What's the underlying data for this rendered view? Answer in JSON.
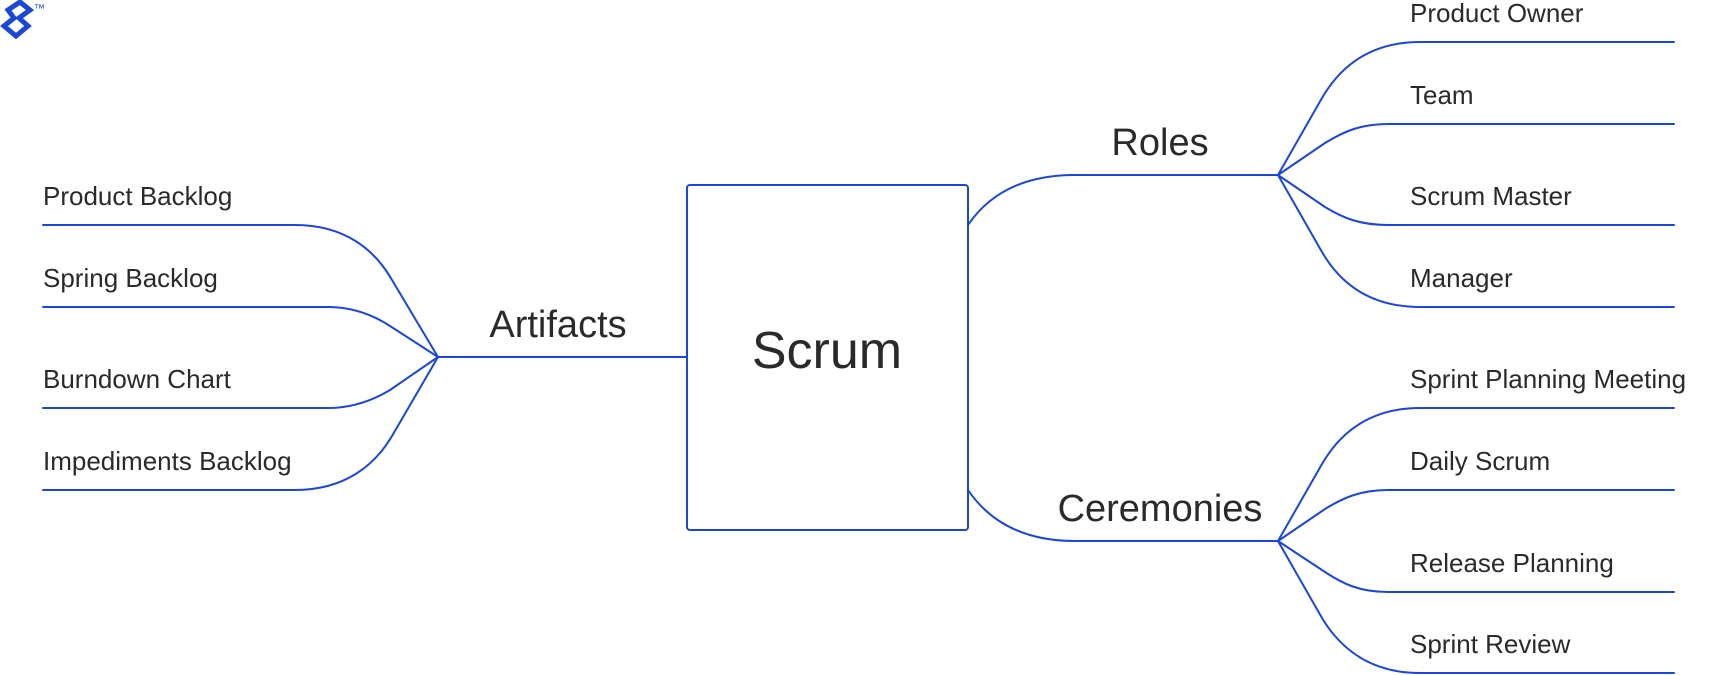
{
  "logo": {
    "text": "™",
    "icon": "toptal-logo-icon",
    "color": "#1b46d6"
  },
  "colors": {
    "line": "#1b46d6",
    "text": "#2a2a2a"
  },
  "diagram": {
    "center": "Scrum",
    "branches": {
      "artifacts": {
        "label": "Artifacts",
        "items": [
          "Product Backlog",
          "Spring Backlog",
          "Burndown Chart",
          "Impediments Backlog"
        ]
      },
      "roles": {
        "label": "Roles",
        "items": [
          "Product Owner",
          "Team",
          "Scrum Master",
          "Manager"
        ]
      },
      "ceremonies": {
        "label": "Ceremonies",
        "items": [
          "Sprint Planning Meeting",
          "Daily Scrum",
          "Release Planning",
          "Sprint Review"
        ]
      }
    }
  }
}
